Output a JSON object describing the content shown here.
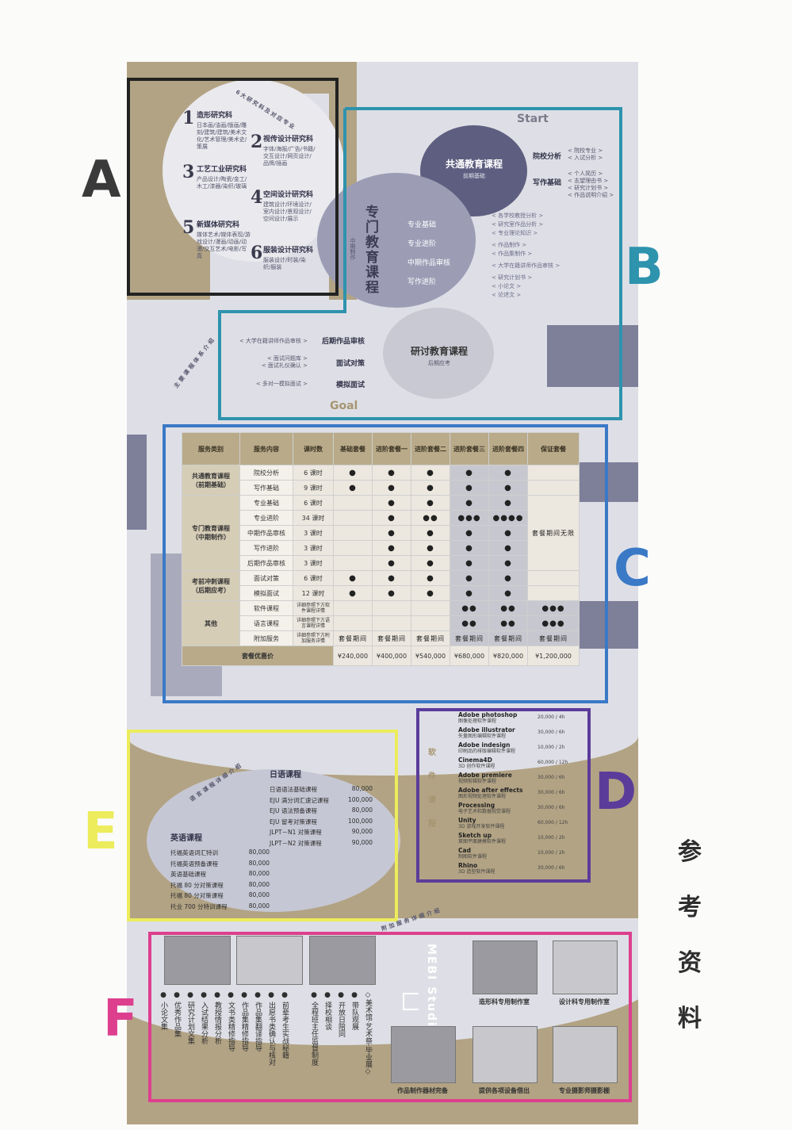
{
  "labels": {
    "a": "A",
    "b": "B",
    "c": "C",
    "d": "D",
    "e": "E",
    "f": "F"
  },
  "side_title": [
    "参",
    "考",
    "资",
    "料"
  ],
  "colors": {
    "tan": "#b2a384",
    "slate": "#7e7f99",
    "box_a": "#222222",
    "box_b": "#2e93ad",
    "box_c": "#3a79c6",
    "box_d": "#5b3c9a",
    "box_e": "#ecec5c",
    "box_f": "#dd3f8e"
  },
  "section_a": {
    "arc_title": "6大研究科及对应专业",
    "items": [
      {
        "n": "1",
        "title": "造形研究科",
        "desc": "日本画/油画/版画/雕刻/建筑/建筑/美术文化/艺术管理/美术史/策展"
      },
      {
        "n": "2",
        "title": "视传设计研究科",
        "desc": "字体/海报/广告/书籍/交互设计/网页设计/品牌/插画"
      },
      {
        "n": "3",
        "title": "工艺工业研究科",
        "desc": "产品设计/陶瓷/金工/木工/漆器/染织/玻璃"
      },
      {
        "n": "4",
        "title": "空间设计研究科",
        "desc": "建筑设计/环境设计/室内设计/景观设计/空间设计/展示"
      },
      {
        "n": "5",
        "title": "新媒体研究科",
        "desc": "媒体艺术/媒体表现/游戏设计/漫画/动画/动漫/交互艺术/电影/写真"
      },
      {
        "n": "6",
        "title": "服装设计研究科",
        "desc": "服装设计/时装/染织/服装"
      }
    ]
  },
  "section_b": {
    "start": "Start",
    "goal": "Goal",
    "course1": {
      "title": "共通教育课程",
      "sub": "前期基础"
    },
    "course2": {
      "title": "专门教育课程",
      "sub": "中期制作"
    },
    "course3": {
      "title": "研讨教育课程",
      "sub": "后期应考"
    },
    "c1_items": [
      {
        "label": "院校分析",
        "notes": [
          "< 院校专业 >",
          "< 入试分析 >"
        ]
      },
      {
        "label": "写作基础",
        "notes": [
          "< 个人简历 >",
          "< 志望理由书 >",
          "< 研究计划书 >",
          "< 作品说明介绍 >"
        ]
      }
    ],
    "c2_items": [
      "专业基础",
      "专业进阶",
      "中期作品审核",
      "写作进阶"
    ],
    "c2_notes": [
      "< 各学校教授分析 >",
      "< 研究室作品分析 >",
      "< 专业理论知识 >",
      "< 作品制作 >",
      "< 作品集制作 >",
      "< 大学在籍讲师作品审核 >",
      "< 研究计划书 >",
      "< 小论文 >",
      "< 论述文 >"
    ],
    "c3_items": [
      {
        "label": "后期作品审核",
        "notes": [
          "< 大学在籍讲师作品审核 >"
        ]
      },
      {
        "label": "面试对策",
        "notes": [
          "< 面试问题库 >",
          "< 面试礼仪确认 >"
        ]
      },
      {
        "label": "模拟面试",
        "notes": [
          "< 多对一模拟面试 >"
        ]
      }
    ],
    "arc_text": "主要课程体系介绍"
  },
  "section_c": {
    "headers": [
      "服务类别",
      "服务内容",
      "课时数",
      "基础套餐",
      "进阶套餐一",
      "进阶套餐二",
      "进阶套餐三",
      "进阶套餐四",
      "保证套餐"
    ],
    "groups": [
      {
        "name": "共通教育课程\n（前期基础）",
        "rows": [
          {
            "item": "院校分析",
            "hours": "6 课时",
            "cells": [
              "●",
              "●",
              "●",
              "●",
              "●",
              ""
            ]
          },
          {
            "item": "写作基础",
            "hours": "9 课时",
            "cells": [
              "●",
              "●",
              "●",
              "●",
              "●",
              ""
            ]
          }
        ]
      },
      {
        "name": "专门教育课程\n（中期制作）",
        "rows": [
          {
            "item": "专业基础",
            "hours": "6 课时",
            "cells": [
              "",
              "●",
              "●",
              "●",
              "●",
              ""
            ]
          },
          {
            "item": "专业进阶",
            "hours": "34 课时",
            "cells": [
              "",
              "●",
              "●●",
              "●●●",
              "●●●●",
              ""
            ]
          },
          {
            "item": "中期作品审核",
            "hours": "3 课时",
            "cells": [
              "",
              "●",
              "●",
              "●",
              "●",
              "套餐期间无限"
            ]
          },
          {
            "item": "写作进阶",
            "hours": "3 课时",
            "cells": [
              "",
              "●",
              "●",
              "●",
              "●",
              ""
            ]
          },
          {
            "item": "后期作品审核",
            "hours": "3 课时",
            "cells": [
              "",
              "●",
              "●",
              "●",
              "●",
              ""
            ]
          }
        ]
      },
      {
        "name": "考前冲刺课程\n（后期应考）",
        "rows": [
          {
            "item": "面试对策",
            "hours": "6 课时",
            "cells": [
              "●",
              "●",
              "●",
              "●",
              "●",
              ""
            ]
          },
          {
            "item": "模拟面试",
            "hours": "12 课时",
            "cells": [
              "●",
              "●",
              "●",
              "●",
              "●",
              ""
            ]
          }
        ]
      },
      {
        "name": "其他",
        "rows": [
          {
            "item": "软件课程",
            "hours": "详细参照下方软件课程详情",
            "cells": [
              "",
              "",
              "",
              "●●",
              "●●",
              "●●●"
            ]
          },
          {
            "item": "语言课程",
            "hours": "详细参照下方语言课程详情",
            "cells": [
              "",
              "",
              "",
              "●●",
              "●●",
              "●●●"
            ]
          },
          {
            "item": "附加服务",
            "hours": "详细参照下方附加服务详情",
            "cells": [
              "套餐期间",
              "套餐期间",
              "套餐期间",
              "套餐期间",
              "套餐期间",
              "套餐期间"
            ]
          }
        ]
      }
    ],
    "price_label": "套餐优惠价",
    "prices": [
      "¥240,000",
      "¥400,000",
      "¥540,000",
      "¥680,000",
      "¥820,000",
      "¥1,200,000"
    ]
  },
  "section_d": {
    "title": [
      "软",
      "件",
      "课",
      "程"
    ],
    "items": [
      {
        "name": "Adobe photoshop",
        "desc": "图像处理软件课程",
        "price": "20,000 / 4h"
      },
      {
        "name": "Adobe illustrator",
        "desc": "矢量图形编辑软件课程",
        "price": "30,000 / 6h"
      },
      {
        "name": "Adobe indesign",
        "desc": "印刷品的排版编辑软件课程",
        "price": "10,000 / 2h"
      },
      {
        "name": "Cinema4D",
        "desc": "3D 创作软件课程",
        "price": "60,000 / 12h"
      },
      {
        "name": "Adobe premiere",
        "desc": "视频剪辑软件课程",
        "price": "30,000 / 6h"
      },
      {
        "name": "Adobe after effects",
        "desc": "图形视频处理软件课程",
        "price": "30,000 / 6h"
      },
      {
        "name": "Processing",
        "desc": "电子艺术和数据视觉课程",
        "price": "30,000 / 6h"
      },
      {
        "name": "Unity",
        "desc": "3D 游戏开发软件课程",
        "price": "60,000 / 12h"
      },
      {
        "name": "Sketch up",
        "desc": "草图平面建模软件课程",
        "price": "10,000 / 2h"
      },
      {
        "name": "Cad",
        "desc": "制图软件课程",
        "price": "10,000 / 2h"
      },
      {
        "name": "Rhino",
        "desc": "3D 造型软件课程",
        "price": "30,000 / 6h"
      }
    ]
  },
  "section_e": {
    "arc_text": "语言课程详细介绍",
    "jp_title": "日语课程",
    "jp": [
      {
        "name": "日语语法基础课程",
        "price": "80,000"
      },
      {
        "name": "EJU 满分词汇速记课程",
        "price": "100,000"
      },
      {
        "name": "EJU 语法预备课程",
        "price": "80,000"
      },
      {
        "name": "EJU 留考对策课程",
        "price": "100,000"
      },
      {
        "name": "JLPT－N1 对策课程",
        "price": "90,000"
      },
      {
        "name": "JLPT－N2 对策课程",
        "price": "90,000"
      }
    ],
    "en_title": "英语课程",
    "en": [
      {
        "name": "托福英语词汇特训",
        "price": "80,000"
      },
      {
        "name": "托福英语预备课程",
        "price": "80,000"
      },
      {
        "name": "英语基础课程",
        "price": "80,000"
      },
      {
        "name": "托福 80 分对策课程",
        "price": "80,000"
      },
      {
        "name": "托福 80 分对策课程",
        "price": "80,000"
      },
      {
        "name": "托业 700 分特训课程",
        "price": "80,000"
      }
    ]
  },
  "section_f": {
    "arc_text": "附加服务详细介绍",
    "studio": "MEBI Studio",
    "cols": [
      [
        "● 教授情报分析",
        "● 入试结果分析",
        "● 研究计划文集",
        "● 优秀作品集",
        "● 小论文集"
      ],
      [
        "● 前辈考生实战秘籍",
        "● 出愿书类确认与核对",
        "● 作品集翻译指导",
        "● 作品集精修指导",
        "● 文书类精修指导"
      ],
      [
        "◇美术馆·艺术祭·毕业展◇",
        "● 带队观展",
        "● 开放日陪同",
        "● 择校相谈",
        "● 全程班主任监督制度"
      ]
    ],
    "captions": [
      "造形科专用制作室",
      "设计科专用制作室",
      "作品制作器材完备",
      "提供各项设备借出",
      "专业摄影师摄影棚"
    ]
  }
}
